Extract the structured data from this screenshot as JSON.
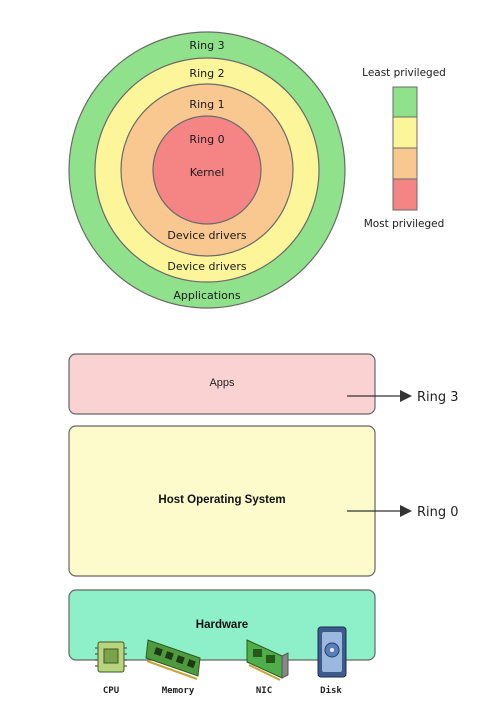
{
  "rings": {
    "ring3": "Ring 3",
    "ring2": "Ring 2",
    "ring1": "Ring 1",
    "ring0": "Ring 0",
    "kernel": "Kernel",
    "drivers_inner": "Device drivers",
    "drivers_outer": "Device drivers",
    "applications": "Applications"
  },
  "legend": {
    "top_label": "Least privileged",
    "bottom_label": "Most privileged",
    "colors": [
      "#8fe28b",
      "#fdf59a",
      "#f9c890",
      "#f58585"
    ]
  },
  "ring_colors": {
    "ring3": "#8fe28b",
    "ring2": "#fdf59a",
    "ring1": "#f9c890",
    "ring0": "#f58585"
  },
  "stack": {
    "apps_label": "Apps",
    "apps_color": "#fbd2d2",
    "host_os_label": "Host Operating System",
    "host_os_color": "#fdfbcc",
    "hardware_label": "Hardware",
    "hardware_color": "#8ef0c8",
    "arrow_apps": "Ring 3",
    "arrow_os": "Ring 0"
  },
  "hardware_items": {
    "cpu": "CPU",
    "memory": "Memory",
    "nic": "NIC",
    "disk": "Disk"
  }
}
